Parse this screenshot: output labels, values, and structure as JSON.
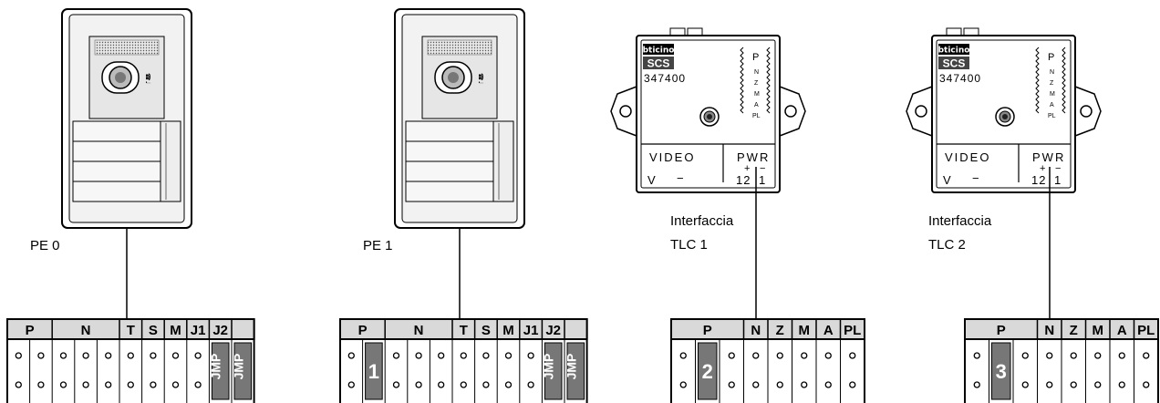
{
  "labels": {
    "pe0": "PE 0",
    "pe1": "PE 1",
    "tlc1_line1": "Interfaccia",
    "tlc1_line2": "TLC 1",
    "tlc2_line1": "Interfaccia",
    "tlc2_line2": "TLC 2"
  },
  "interface_module": {
    "brand": "bticino",
    "system": "SCS",
    "model": "347400",
    "config_letters": [
      "P",
      "N",
      "Z",
      "M",
      "A",
      "PL"
    ],
    "video_label": "VIDEO",
    "power_label": "PWR",
    "plus": "+",
    "minus": "−",
    "v": "V",
    "dash": "−",
    "t12": "12",
    "t1": "1"
  },
  "terminal_blocks": {
    "pe_headers": [
      "P",
      "N",
      "T",
      "S",
      "M",
      "J1",
      "J2"
    ],
    "tlc_headers": [
      "P",
      "N",
      "Z",
      "M",
      "A",
      "PL"
    ],
    "jumper_label": "JMP",
    "addresses": [
      "1",
      "2",
      "3"
    ]
  }
}
